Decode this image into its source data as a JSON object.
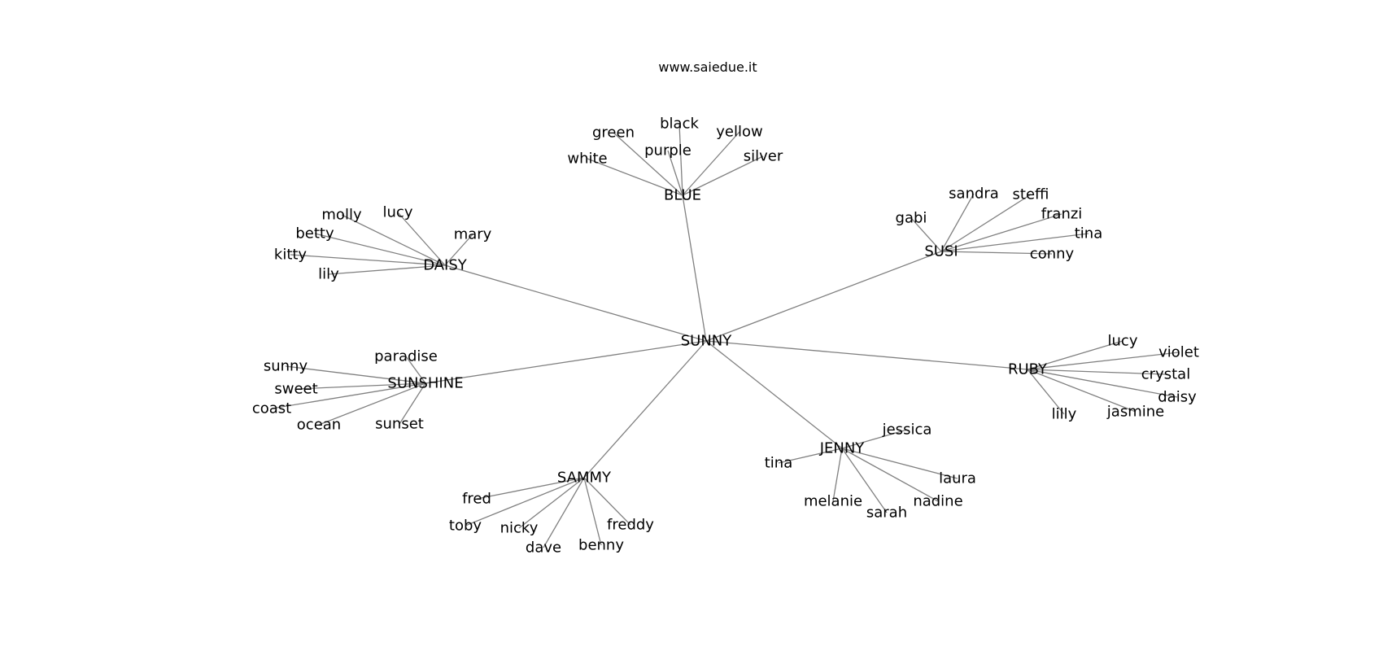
{
  "title": "www.saiedue.it",
  "style": {
    "edge_color": "#808080",
    "label_color": "#000000",
    "background": "#ffffff"
  },
  "graph": {
    "root": "SUNNY",
    "clusters": [
      {
        "hub": "BLUE",
        "leaves": [
          "green",
          "black",
          "yellow",
          "purple",
          "white",
          "silver"
        ]
      },
      {
        "hub": "SUSI",
        "leaves": [
          "sandra",
          "steffi",
          "gabi",
          "franzi",
          "tina",
          "conny"
        ]
      },
      {
        "hub": "DAISY",
        "leaves": [
          "molly",
          "lucy",
          "mary",
          "betty",
          "kitty",
          "lily"
        ]
      },
      {
        "hub": "SUNSHINE",
        "leaves": [
          "paradise",
          "sunny",
          "sweet",
          "coast",
          "ocean",
          "sunset"
        ]
      },
      {
        "hub": "RUBY",
        "leaves": [
          "lucy",
          "violet",
          "crystal",
          "daisy",
          "jasmine",
          "lilly"
        ]
      },
      {
        "hub": "JENNY",
        "leaves": [
          "jessica",
          "tina",
          "laura",
          "melanie",
          "nadine",
          "sarah"
        ]
      },
      {
        "hub": "SAMMY",
        "leaves": [
          "fred",
          "toby",
          "nicky",
          "freddy",
          "dave",
          "benny"
        ]
      }
    ]
  }
}
